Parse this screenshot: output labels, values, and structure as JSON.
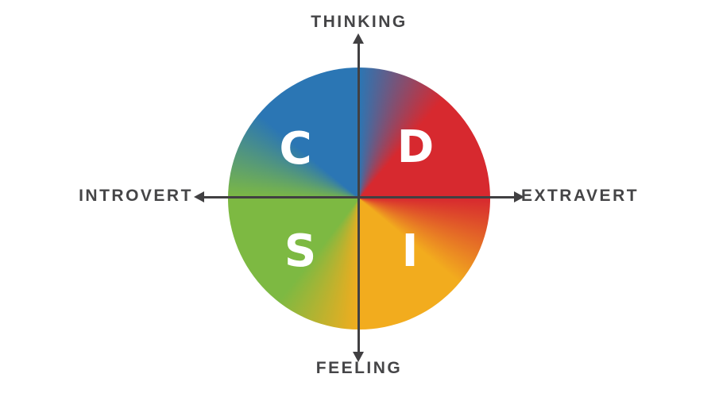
{
  "diagram": {
    "axis_labels": {
      "top": "THINKING",
      "bottom": "FEELING",
      "left": "INTROVERT",
      "right": "EXTRAVERT"
    },
    "quadrants": [
      {
        "letter": "C",
        "position": "top-left",
        "color": "#2B76B4"
      },
      {
        "letter": "D",
        "position": "top-right",
        "color": "#D7292F"
      },
      {
        "letter": "S",
        "position": "bottom-left",
        "color": "#7DB942"
      },
      {
        "letter": "I",
        "position": "bottom-right",
        "color": "#F2AC1E"
      }
    ],
    "colors": {
      "axis": "#414042",
      "label": "#454547",
      "letter": "#FFFFFF",
      "background": "#FFFFFF"
    }
  }
}
